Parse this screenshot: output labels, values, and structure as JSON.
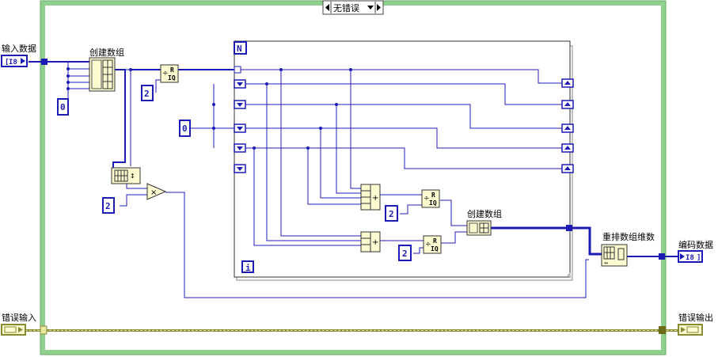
{
  "case_structure": {
    "selector_label": "无错误",
    "left_arrow_icon": "triangle-left-icon",
    "right_arrow_icon": "triangle-right-icon",
    "dropdown_icon": "triangle-down-icon",
    "border_color": "#8fd08f"
  },
  "controls": {
    "input_data": {
      "label": "输入数据",
      "type_text": "I8"
    },
    "error_in": {
      "label": "错误输入"
    }
  },
  "indicators": {
    "encoded_data": {
      "label": "编码数据",
      "type_text": "I8"
    },
    "error_out": {
      "label": "错误输出"
    }
  },
  "nodes": {
    "build_array_1": {
      "label": "创建数组"
    },
    "build_array_2": {
      "label": "创建数组"
    },
    "reshape_array": {
      "label": "重排数组维数"
    },
    "quotient_remainder_symbol": "R",
    "quotient_symbol": "IQ"
  },
  "constants": {
    "zero_a": "0",
    "two_a": "2",
    "zero_b": "0",
    "two_b": "2",
    "two_c": "2",
    "two_d": "2"
  },
  "for_loop": {
    "count_terminal": "N",
    "iteration_terminal": "i"
  },
  "colors": {
    "numeric_wire": "#1c1cb4",
    "error_wire": "#8a8a32",
    "node_fill": "#fdfbd0"
  }
}
